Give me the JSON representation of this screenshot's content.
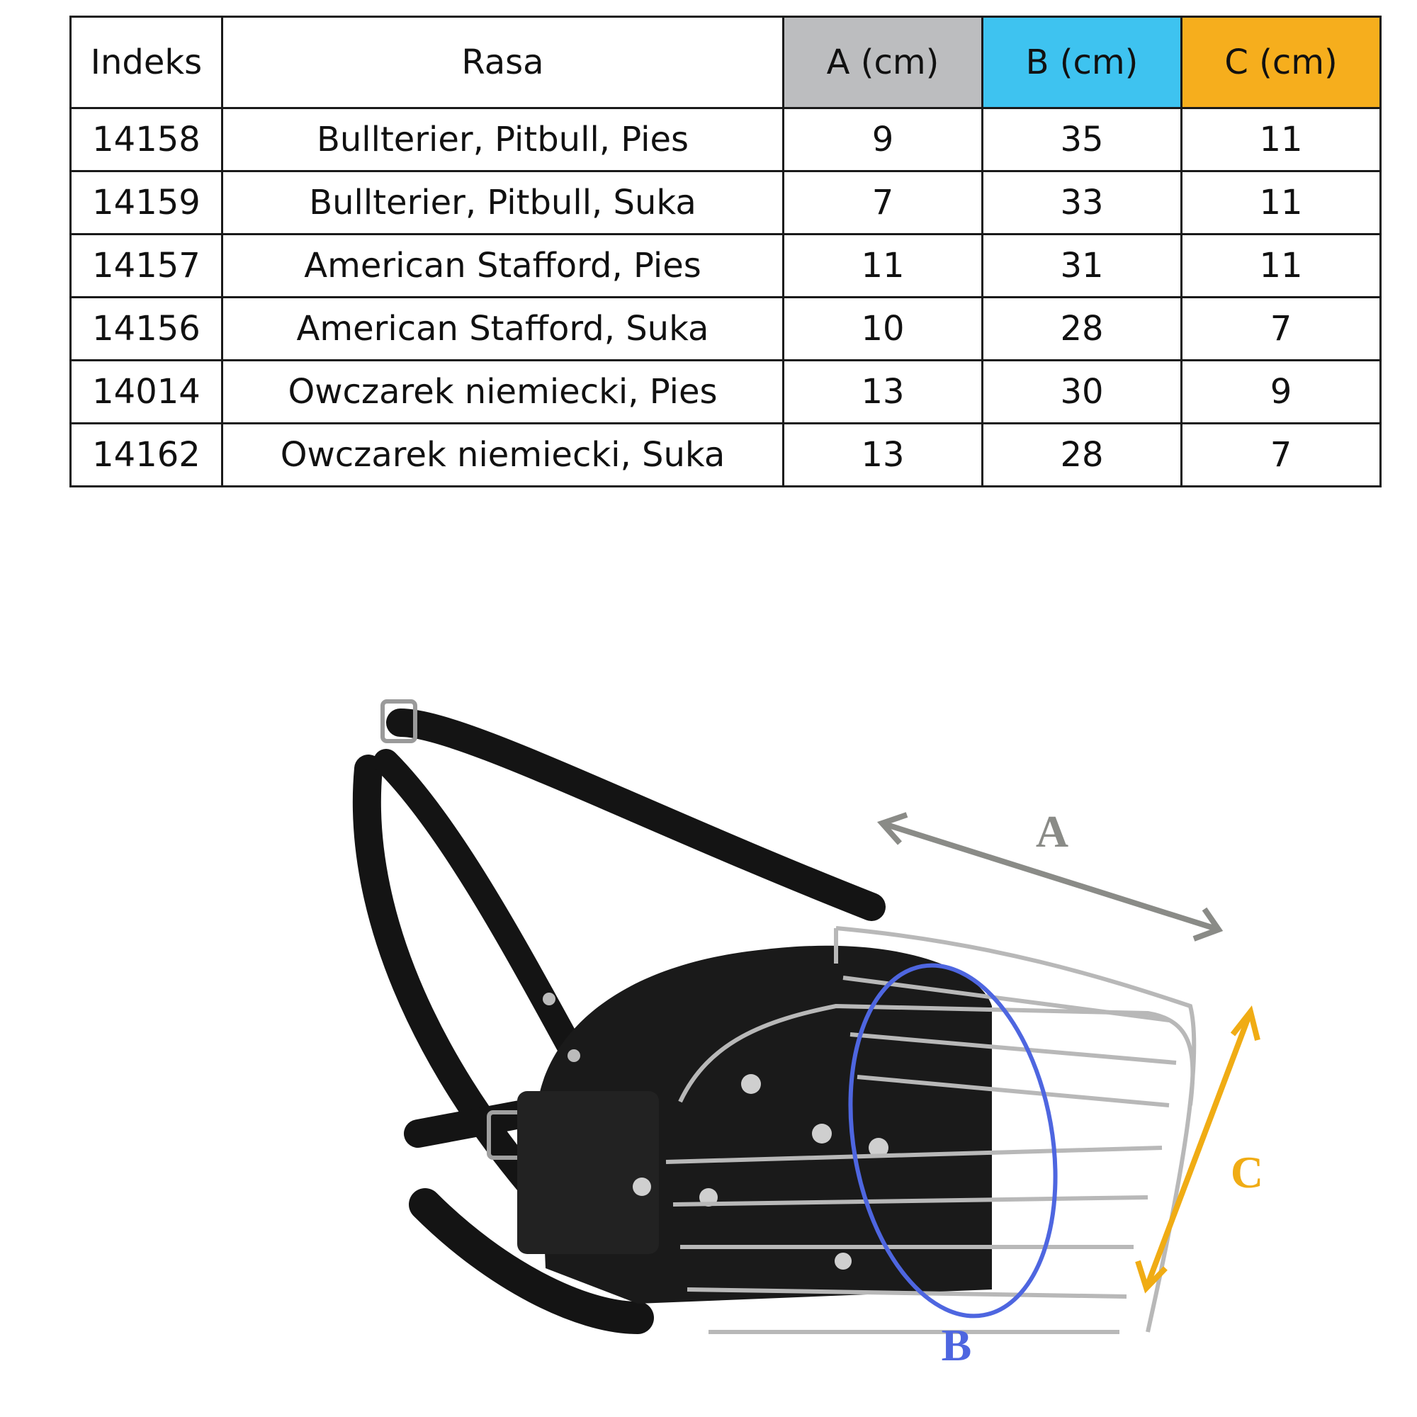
{
  "table": {
    "headers": [
      {
        "label": "Indeks",
        "color": "#ffffff"
      },
      {
        "label": "Rasa",
        "color": "#ffffff"
      },
      {
        "label": "A (cm)",
        "color": "#bcbdbf"
      },
      {
        "label": "B (cm)",
        "color": "#3ec3f0"
      },
      {
        "label": "C (cm)",
        "color": "#f6ae1d"
      }
    ],
    "rows": [
      [
        "14158",
        "Bullterier, Pitbull, Pies",
        "9",
        "35",
        "11"
      ],
      [
        "14159",
        "Bullterier, Pitbull, Suka",
        "7",
        "33",
        "11"
      ],
      [
        "14157",
        "American Stafford, Pies",
        "11",
        "31",
        "11"
      ],
      [
        "14156",
        "American Stafford, Suka",
        "10",
        "28",
        "7"
      ],
      [
        "14014",
        "Owczarek niemiecki, Pies",
        "13",
        "30",
        "9"
      ],
      [
        "14162",
        "Owczarek niemiecki, Suka",
        "13",
        "28",
        "7"
      ]
    ]
  },
  "diagram": {
    "label_a": "A",
    "label_b": "B",
    "label_c": "C",
    "color_a": "#8a8b87",
    "color_b": "#4e66e0",
    "color_c": "#f0ac14"
  }
}
